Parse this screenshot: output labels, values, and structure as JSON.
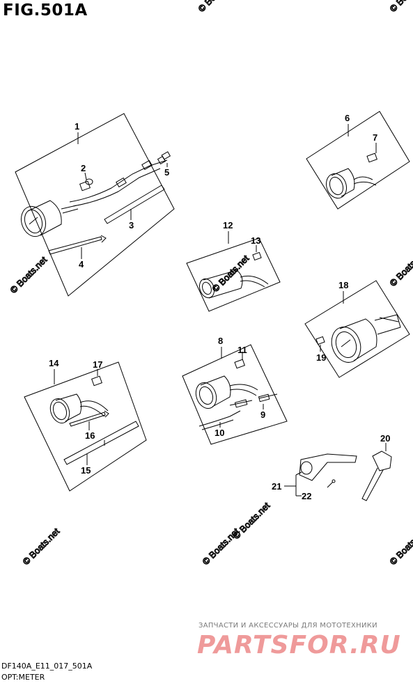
{
  "figure_title": "FIG.501A",
  "footer": {
    "code": "DF140A_E11_017_501A",
    "section": "OPT:METER"
  },
  "promo": {
    "tagline": "ЗАПЧАСТИ И АКСЕССУАРЫ ДЛЯ МОТОТЕХНИКИ",
    "brand": "PARTSFOR.RU"
  },
  "watermark": "© Boats.net",
  "callouts": {
    "c1": "1",
    "c2": "2",
    "c3": "3",
    "c4": "4",
    "c5": "5",
    "c6": "6",
    "c7": "7",
    "c8": "8",
    "c9": "9",
    "c10": "10",
    "c11": "11",
    "c12": "12",
    "c13": "13",
    "c14": "14",
    "c15": "15",
    "c16": "16",
    "c17": "17",
    "c18": "18",
    "c19": "19",
    "c20": "20",
    "c21": "21",
    "c22": "22"
  }
}
